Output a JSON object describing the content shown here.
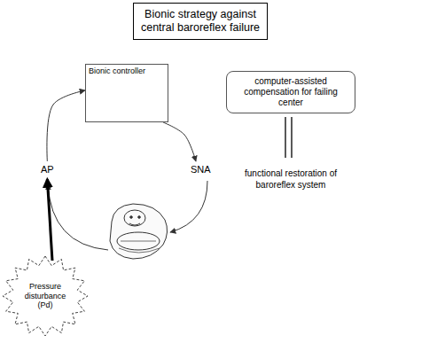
{
  "diagram": {
    "title": "Bionic strategy against central baroreflex failure",
    "nodes": [
      {
        "text": [
          "Bionic strategy against central baroreflex failure"
        ]
      },
      {
        "text": [
          "Bionic controller"
        ]
      },
      {
        "text": [
          "AP"
        ]
      },
      {
        "text": [
          "SNA"
        ]
      },
      {
        "text": [
          "Pressure disturbance (Pd)"
        ]
      },
      {
        "text": [
          "computer-assisted compensation for failing center"
        ]
      }
    ],
    "edges": [
      {
        "from": 1,
        "to": 3,
        "arrow": "to"
      },
      {
        "from": 2,
        "to": 1,
        "arrow": "to"
      },
      {
        "from": 4,
        "to": 2,
        "arrow": "to"
      }
    ],
    "labels": [
      "functional restoration of baroreflex system"
    ]
  }
}
